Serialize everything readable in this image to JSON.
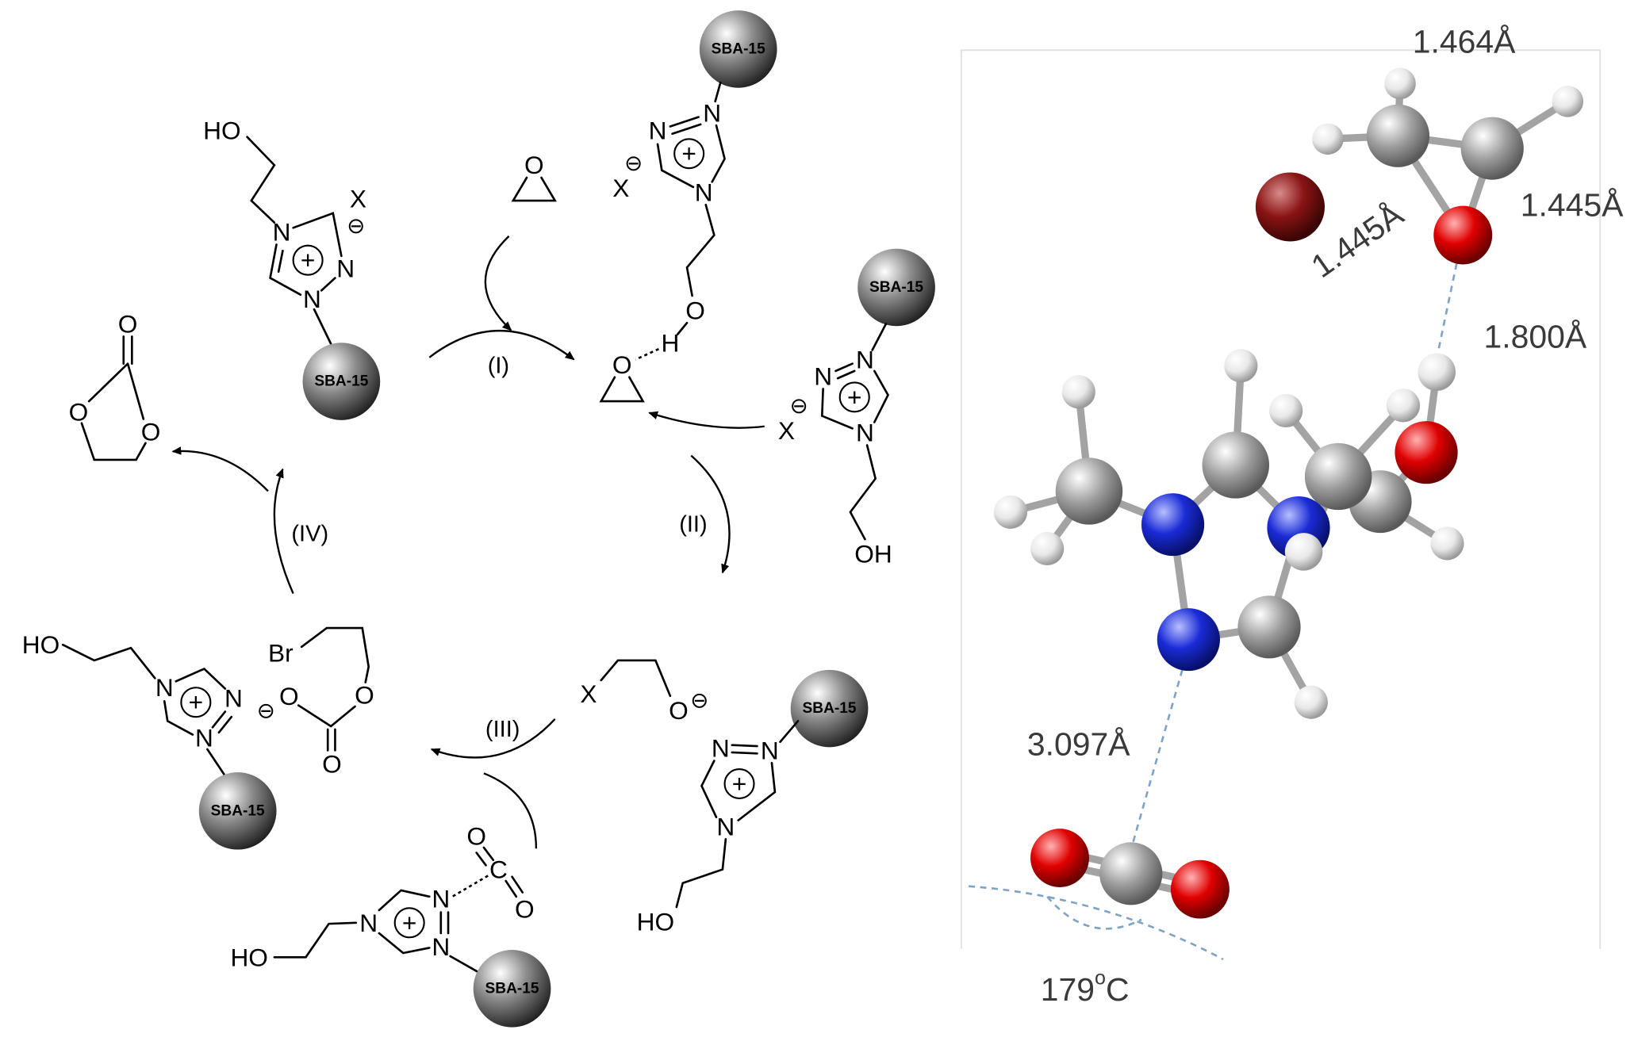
{
  "steps": {
    "I": "(I)",
    "II": "(II)",
    "III": "(III)",
    "IV": "(IV)"
  },
  "molecules": {
    "catalyst_a": {
      "hydroxyl": "HO",
      "anion": "X",
      "anion_charge": "⊖",
      "n1": "N",
      "n2": "N",
      "n3": "N",
      "cation_charge": "+",
      "support": "SBA-15"
    },
    "epoxide": {
      "oxygen": "O"
    },
    "hbond_complex": {
      "support": "SBA-15",
      "n1": "N",
      "n2": "N",
      "n3": "N",
      "cation_charge": "+",
      "anion": "X",
      "anion_charge": "⊖",
      "hydroxyl_o": "O",
      "hydroxyl_h": "H",
      "epoxide_o": "O"
    },
    "catalyst_b": {
      "support": "SBA-15",
      "n1": "N",
      "n2": "N",
      "n3": "N",
      "cation_charge": "+",
      "anion": "X",
      "anion_charge": "⊖",
      "hydroxyl": "OH"
    },
    "alkoxide_pair": {
      "halide": "X",
      "alkoxide_o": "O",
      "alkoxide_charge": "⊖",
      "support": "SBA-15",
      "n1": "N",
      "n2": "N",
      "n3": "N",
      "cation_charge": "+",
      "hydroxyl": "HO"
    },
    "co2_adduct": {
      "o1": "O",
      "c": "C",
      "o2": "O",
      "n1": "N",
      "n2": "N",
      "n3": "N",
      "cation_charge": "+",
      "hydroxyl": "HO",
      "support": "SBA-15"
    },
    "carbonate_pair": {
      "hydroxyl": "HO",
      "n1": "N",
      "n2": "N",
      "n3": "N",
      "cation_charge": "+",
      "support": "SBA-15",
      "bromide": "Br",
      "carbonate_charge": "⊖",
      "o_anion": "O",
      "o_ester": "O",
      "o_carbonyl": "O"
    },
    "cyclic_carbonate": {
      "o_carbonyl": "O",
      "o_ring_left": "O",
      "o_ring_right": "O"
    }
  },
  "model": {
    "distances": {
      "cc_epoxide": "1.464Å",
      "co_right": "1.445Å",
      "co_left": "1.445Å",
      "o_h_bond": "1.800Å",
      "n_c_co2": "3.097Å"
    },
    "angle": {
      "value": "179",
      "superscript": "o",
      "unit": "C"
    },
    "atom_colors": {
      "carbon": "#9c9c9c",
      "hydrogen": "#e8e8e8",
      "nitrogen": "#1a2bd6",
      "oxygen": "#e00000",
      "bromine": "#8a1414"
    },
    "support_color": "#8c8c8c"
  }
}
